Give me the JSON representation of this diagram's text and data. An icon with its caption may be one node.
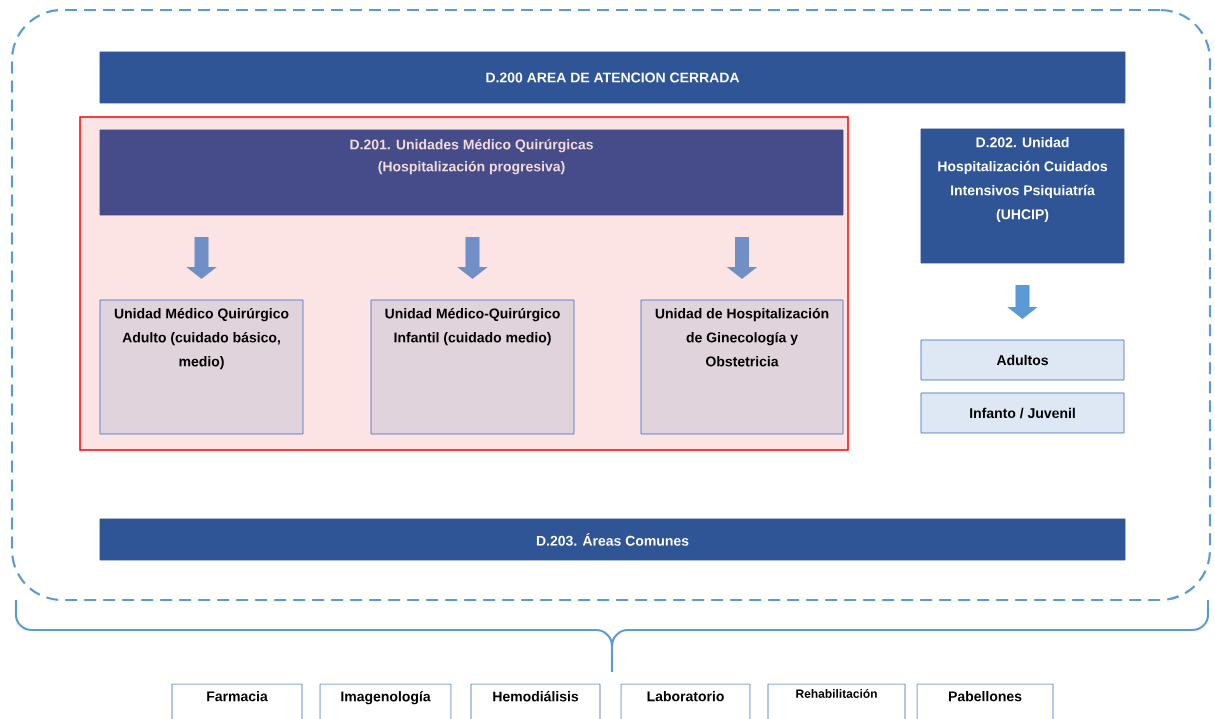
{
  "diagram": {
    "nodes": [
      {
        "text": [],
        "shape": "box"
      },
      {
        "text": [
          "D.200 AREA DE ATENCION CERRADA"
        ],
        "in": 0
      },
      {
        "text": [],
        "shape": "box",
        "in": 0
      },
      {
        "text": [
          "D.201. Unidades Médico Quirúrgicas",
          "(Hospitalización progresiva)"
        ],
        "in": 2
      },
      {
        "text": [
          "Unidad Médico Quirúrgico Adulto (cuidado básico, medio)"
        ],
        "in": 2
      },
      {
        "text": [
          "Unidad Médico-Quirúrgico Infantil (cuidado medio)"
        ],
        "in": 2
      },
      {
        "text": [
          "Unidad de Hospitalización de Ginecología y Obstetricia"
        ],
        "in": 2
      },
      {
        "text": [
          "D.202. Unidad Hospitalización Cuidados Intensivos Psiquiatría (UHCIP)"
        ],
        "in": 0
      },
      {
        "text": [
          "Adultos"
        ],
        "in": 0
      },
      {
        "text": [
          "Infanto / Juvenil"
        ],
        "in": 0
      },
      {
        "text": [
          "D.203. Áreas Comunes"
        ],
        "in": 0
      },
      {
        "text": [
          "Farmacia"
        ]
      },
      {
        "text": [
          "Imagenología"
        ]
      },
      {
        "text": [
          "Hemodiálisis"
        ]
      },
      {
        "text": [
          "Laboratorio"
        ]
      },
      {
        "text": [
          "Rehabilitación"
        ]
      },
      {
        "text": [
          "Pabellones"
        ]
      }
    ],
    "edges": [
      {
        "from": 3,
        "to": 4,
        "arrow": "to"
      },
      {
        "from": 3,
        "to": 5,
        "arrow": "to"
      },
      {
        "from": 3,
        "to": 6,
        "arrow": "to"
      },
      {
        "from": 7,
        "to": 8,
        "arrow": "to",
        "color": "#5b9bd5"
      }
    ]
  }
}
